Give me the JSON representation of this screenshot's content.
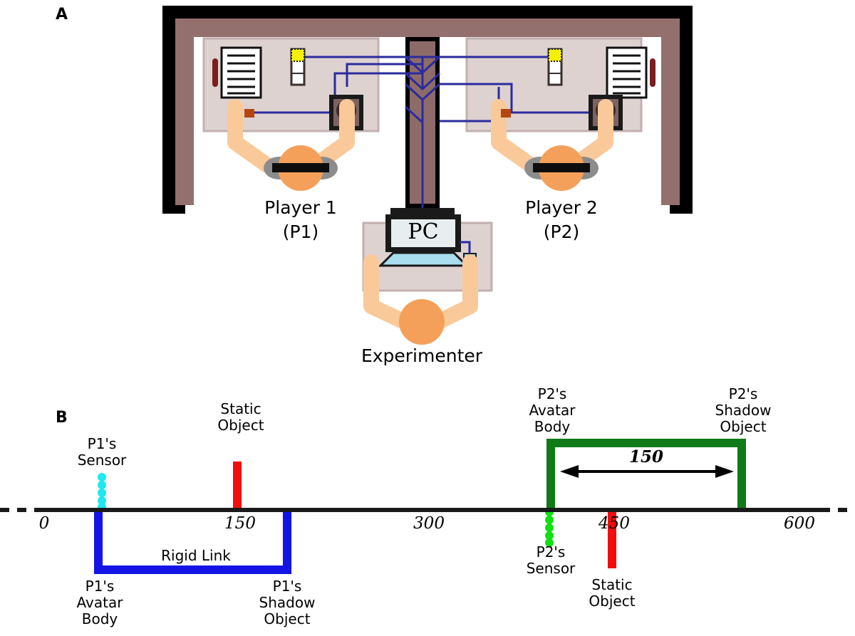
{
  "figure": {
    "panels": [
      {
        "id": "A",
        "letter": "A",
        "description": "experimental-setup-room"
      },
      {
        "id": "B",
        "letter": "B",
        "description": "spatial-layout-axis"
      }
    ]
  },
  "panel_a": {
    "letter": "A",
    "players": [
      {
        "name_line1": "Player 1",
        "name_line2": "(P1)",
        "short": "P1"
      },
      {
        "name_line1": "Player 2",
        "name_line2": "(P2)",
        "short": "P2"
      }
    ],
    "experimenter_label": "Experimenter",
    "pc_label": "PC",
    "objects": [
      "paper-sheet-icon",
      "pen-icon",
      "sensor-device-icon",
      "haptic-device-icon",
      "headphones-icon",
      "blindfold-icon",
      "monitor-icon",
      "mouse-icon",
      "partition-wall",
      "desk",
      "cable"
    ],
    "colors": {
      "room_outer_wall": "#000000",
      "room_inner_wall": "#93706e",
      "desk": "#ded2d1",
      "desk_border": "#bba9a8",
      "skin": "#fac99a",
      "head": "#f4a05a",
      "headphone": "#8c8c8c",
      "cable": "#2b2b9e",
      "sensor_top": "#f5f000",
      "pen": "#7a1f1f",
      "partition": "#8d6b69",
      "monitor_screen": "#e8eef0",
      "monitor_base": "#a8dcef",
      "mouse": "#8fd4e8"
    }
  },
  "panel_b": {
    "letter": "B",
    "axis": {
      "ticks": [
        "0",
        "150",
        "300",
        "450",
        "600"
      ],
      "tick_values": [
        0,
        150,
        300,
        450,
        600
      ],
      "dashed_ends": true
    },
    "p1": {
      "sensor_label": "P1's\nSensor",
      "avatar_label": "P1's\nAvatar\nBody",
      "shadow_label": "P1's\nShadow\nObject",
      "link_label": "Rigid Link",
      "static_object_label": "Static\nObject",
      "sensor_color": "#1ee8f0",
      "link_color": "#1414e6",
      "static_color": "#f20d0d",
      "avatar_value": 30,
      "shadow_value": 180,
      "static_value": 150,
      "sensor_value": 30
    },
    "p2": {
      "sensor_label": "P2's\nSensor",
      "avatar_label": "P2's\nAvatar\nBody",
      "shadow_label": "P2's\nShadow\nObject",
      "static_object_label": "Static\nObject",
      "dimension_label": "150",
      "sensor_color": "#11e011",
      "link_color": "#0f7a17",
      "static_color": "#f20d0d",
      "avatar_value": 405,
      "shadow_value": 555,
      "static_value": 450,
      "sensor_value": 405
    }
  },
  "chart_data": {
    "type": "line",
    "title": "",
    "xlabel": "",
    "ylabel": "",
    "xlim": [
      0,
      600
    ],
    "grid": false,
    "categories": [
      "0",
      "150",
      "300",
      "450",
      "600"
    ],
    "annotations": [
      {
        "name": "P1's Sensor",
        "x": 30,
        "side": "above",
        "color": "#1ee8f0"
      },
      {
        "name": "P1's Avatar Body",
        "x": 30,
        "side": "below",
        "color": "#1414e6"
      },
      {
        "name": "P1's Shadow Object",
        "x": 180,
        "side": "below",
        "color": "#1414e6"
      },
      {
        "name": "Static Object",
        "x": 150,
        "side": "above",
        "color": "#f20d0d"
      },
      {
        "name": "Rigid Link",
        "x": 105,
        "side": "below",
        "color": "#1414e6"
      },
      {
        "name": "P2's Sensor",
        "x": 405,
        "side": "below",
        "color": "#11e011"
      },
      {
        "name": "P2's Avatar Body",
        "x": 405,
        "side": "above",
        "color": "#0f7a17"
      },
      {
        "name": "P2's Shadow Object",
        "x": 555,
        "side": "above",
        "color": "#0f7a17"
      },
      {
        "name": "Static Object",
        "x": 450,
        "side": "below",
        "color": "#f20d0d"
      },
      {
        "name": "150",
        "x": 480,
        "side": "above",
        "color": "#000000"
      }
    ]
  }
}
